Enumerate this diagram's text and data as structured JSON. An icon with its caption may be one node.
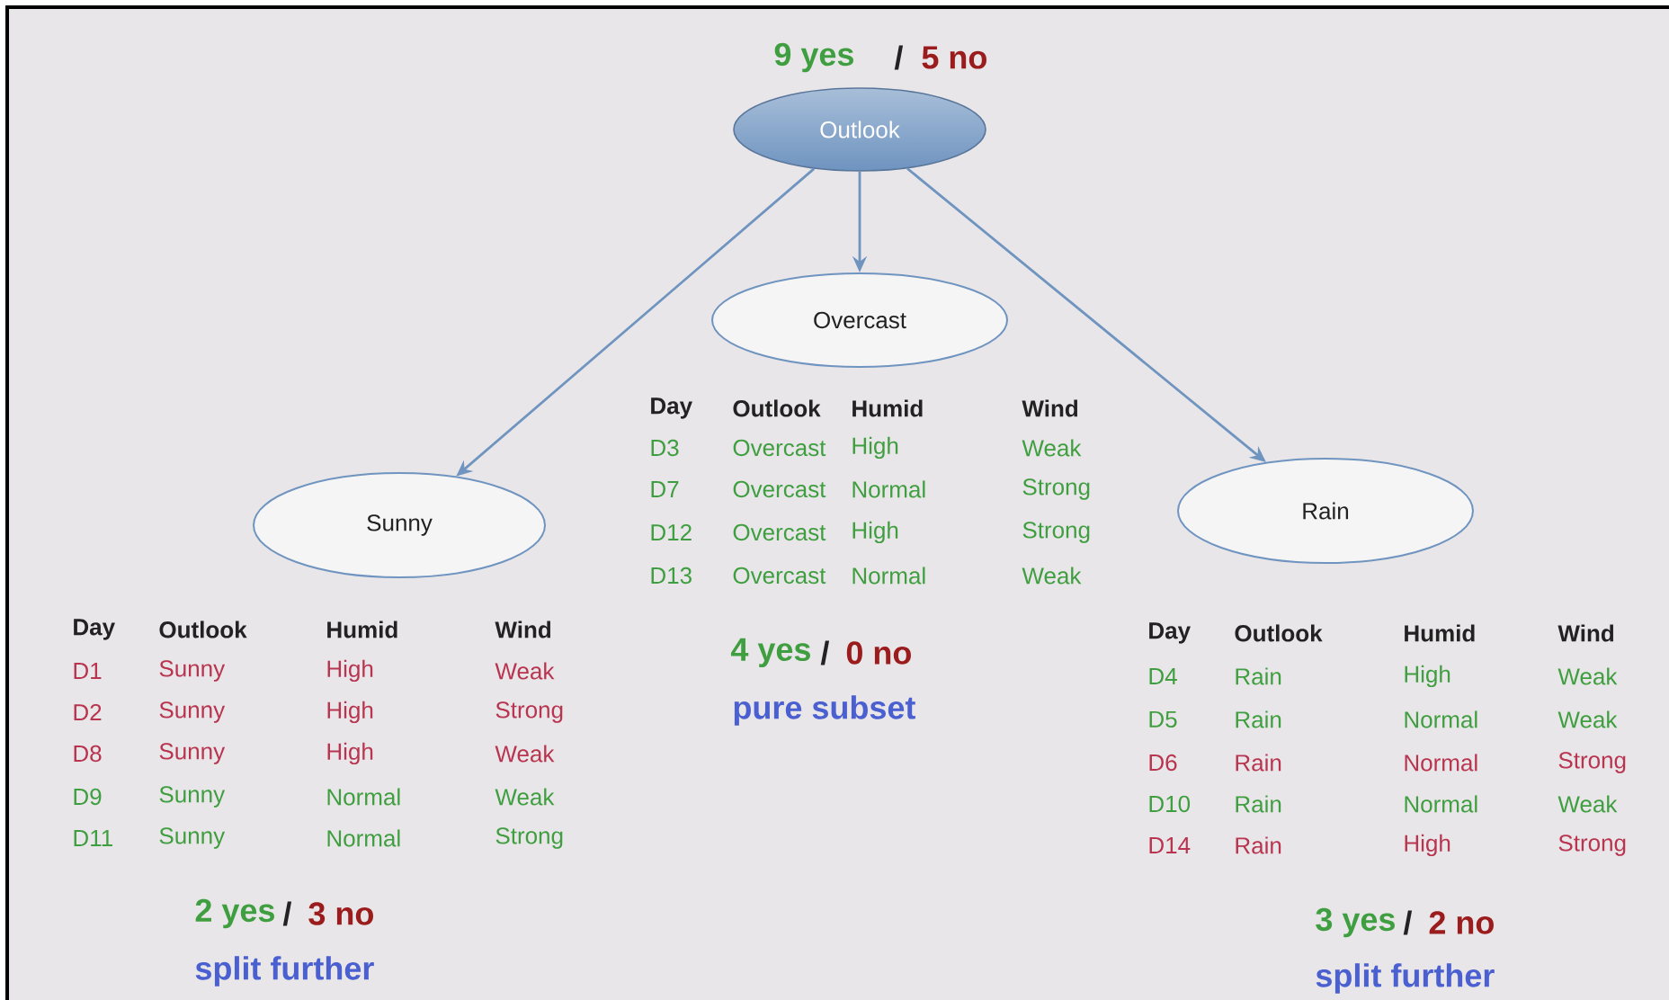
{
  "diagram": {
    "nodes": [
      {
        "text": [
          "Outlook"
        ]
      },
      {
        "text": [
          "Overcast"
        ]
      },
      {
        "text": [
          "Sunny"
        ]
      },
      {
        "text": [
          "Rain"
        ]
      }
    ],
    "edges": [
      {
        "from": 0,
        "to": 1,
        "arrow": "to"
      },
      {
        "from": 0,
        "to": 2,
        "arrow": "to"
      },
      {
        "from": 0,
        "to": 3,
        "arrow": "to"
      }
    ],
    "labels": [
      "9 yes",
      "/",
      "5 no",
      "Day",
      "Outlook",
      "Humid",
      "Wind",
      "D3",
      "Overcast",
      "High",
      "Weak",
      "D7",
      "Overcast",
      "Normal",
      "Strong",
      "D12",
      "Overcast",
      "High",
      "Strong",
      "D13",
      "Overcast",
      "Normal",
      "Weak",
      "4 yes",
      "/",
      "0 no",
      "pure subset",
      "Day",
      "Outlook",
      "Humid",
      "Wind",
      "D1",
      "Sunny",
      "High",
      "Weak",
      "D2",
      "Sunny",
      "High",
      "Strong",
      "D8",
      "Sunny",
      "High",
      "Weak",
      "D9",
      "Sunny",
      "Normal",
      "Weak",
      "D11",
      "Sunny",
      "Normal",
      "Strong",
      "2 yes",
      "/",
      "3 no",
      "split further",
      "Day",
      "Outlook",
      "Humid",
      "Wind",
      "D4",
      "Rain",
      "High",
      "Weak",
      "D5",
      "Rain",
      "Normal",
      "Weak",
      "D6",
      "Rain",
      "Normal",
      "Strong",
      "D10",
      "Rain",
      "Normal",
      "Weak",
      "D14",
      "Rain",
      "High",
      "Strong",
      "3 yes",
      "/",
      "2 no",
      "split further"
    ]
  }
}
